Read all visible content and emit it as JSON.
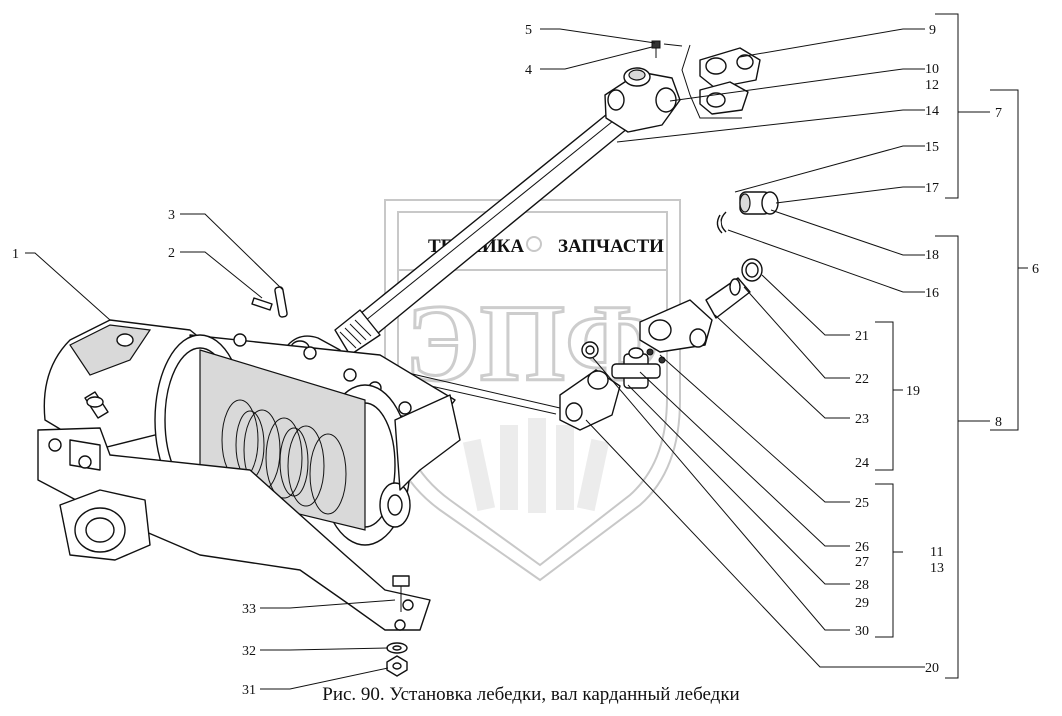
{
  "caption": "Рис. 90. Установка лебедки,  вал карданный лебедки",
  "watermark": {
    "top_left": "ТЕХНИКА",
    "top_right": "ЗАПЧАСТИ",
    "big": "ЭПФ"
  },
  "labels": [
    {
      "id": "1",
      "text": "1"
    },
    {
      "id": "2",
      "text": "2"
    },
    {
      "id": "3",
      "text": "3"
    },
    {
      "id": "4",
      "text": "4"
    },
    {
      "id": "5",
      "text": "5"
    },
    {
      "id": "6",
      "text": "6"
    },
    {
      "id": "7",
      "text": "7"
    },
    {
      "id": "8",
      "text": "8"
    },
    {
      "id": "9",
      "text": "9"
    },
    {
      "id": "10",
      "text": "10"
    },
    {
      "id": "11",
      "text": "11"
    },
    {
      "id": "12",
      "text": "12"
    },
    {
      "id": "13",
      "text": "13"
    },
    {
      "id": "14",
      "text": "14"
    },
    {
      "id": "15",
      "text": "15"
    },
    {
      "id": "16",
      "text": "16"
    },
    {
      "id": "17",
      "text": "17"
    },
    {
      "id": "18",
      "text": "18"
    },
    {
      "id": "19",
      "text": "19"
    },
    {
      "id": "20",
      "text": "20"
    },
    {
      "id": "21",
      "text": "21"
    },
    {
      "id": "22",
      "text": "22"
    },
    {
      "id": "23",
      "text": "23"
    },
    {
      "id": "24",
      "text": "24"
    },
    {
      "id": "25",
      "text": "25"
    },
    {
      "id": "26",
      "text": "26"
    },
    {
      "id": "27",
      "text": "27"
    },
    {
      "id": "28",
      "text": "28"
    },
    {
      "id": "29",
      "text": "29"
    },
    {
      "id": "30",
      "text": "30"
    },
    {
      "id": "31",
      "text": "31"
    },
    {
      "id": "32",
      "text": "32"
    },
    {
      "id": "33",
      "text": "33"
    }
  ]
}
